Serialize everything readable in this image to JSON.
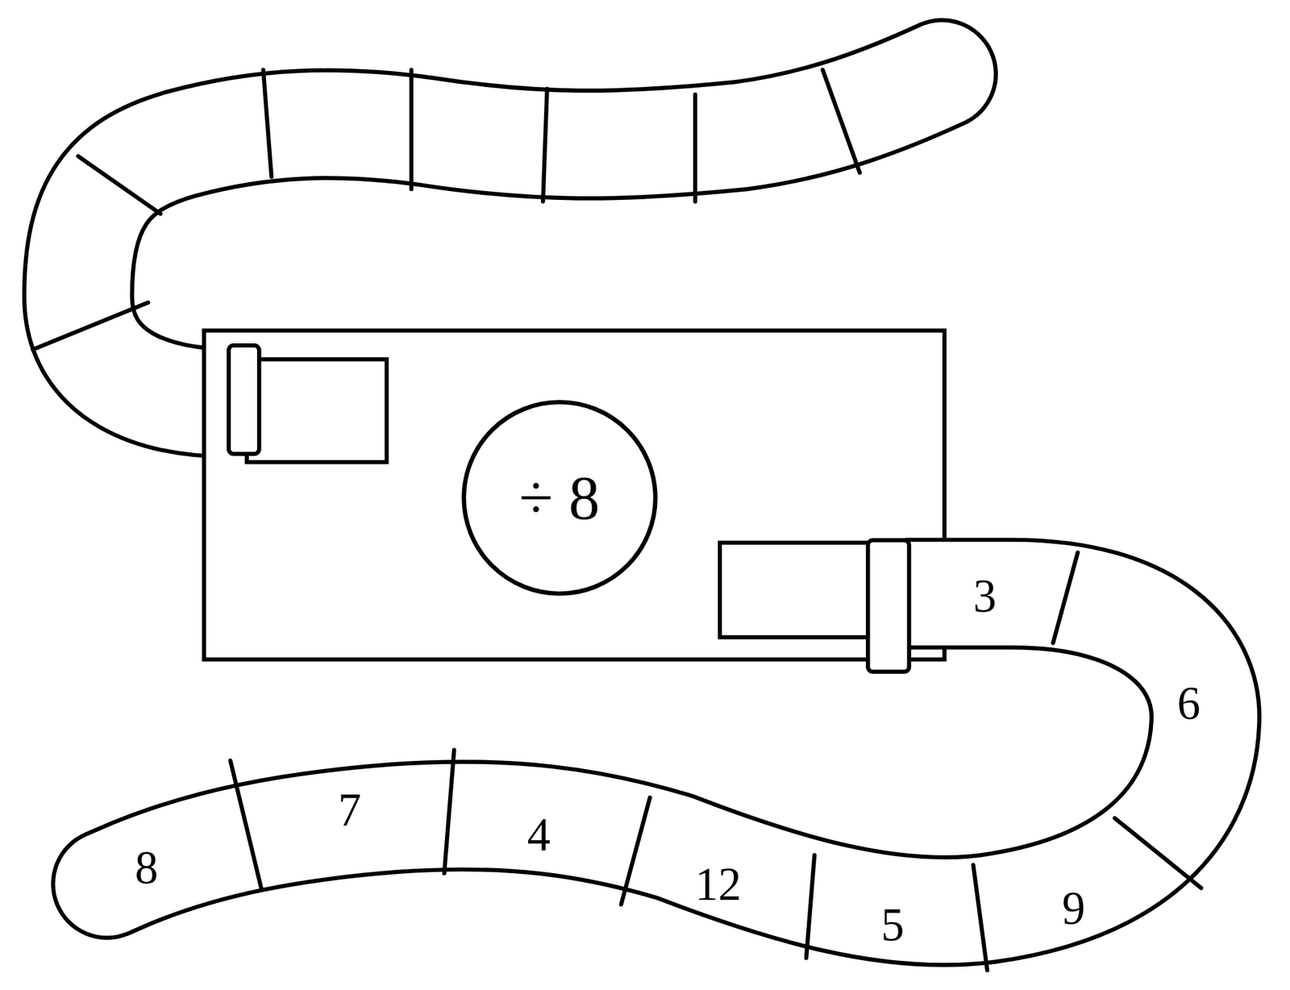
{
  "diagram": {
    "nodes": [
      {
        "text": [
          "÷ 8"
        ]
      },
      {
        "text": [
          "3"
        ]
      },
      {
        "text": [
          "6"
        ]
      },
      {
        "text": [
          "9"
        ]
      },
      {
        "text": [
          "5"
        ]
      },
      {
        "text": [
          "12"
        ]
      },
      {
        "text": [
          "4"
        ]
      },
      {
        "text": [
          "7"
        ]
      },
      {
        "text": [
          "8"
        ]
      }
    ]
  }
}
